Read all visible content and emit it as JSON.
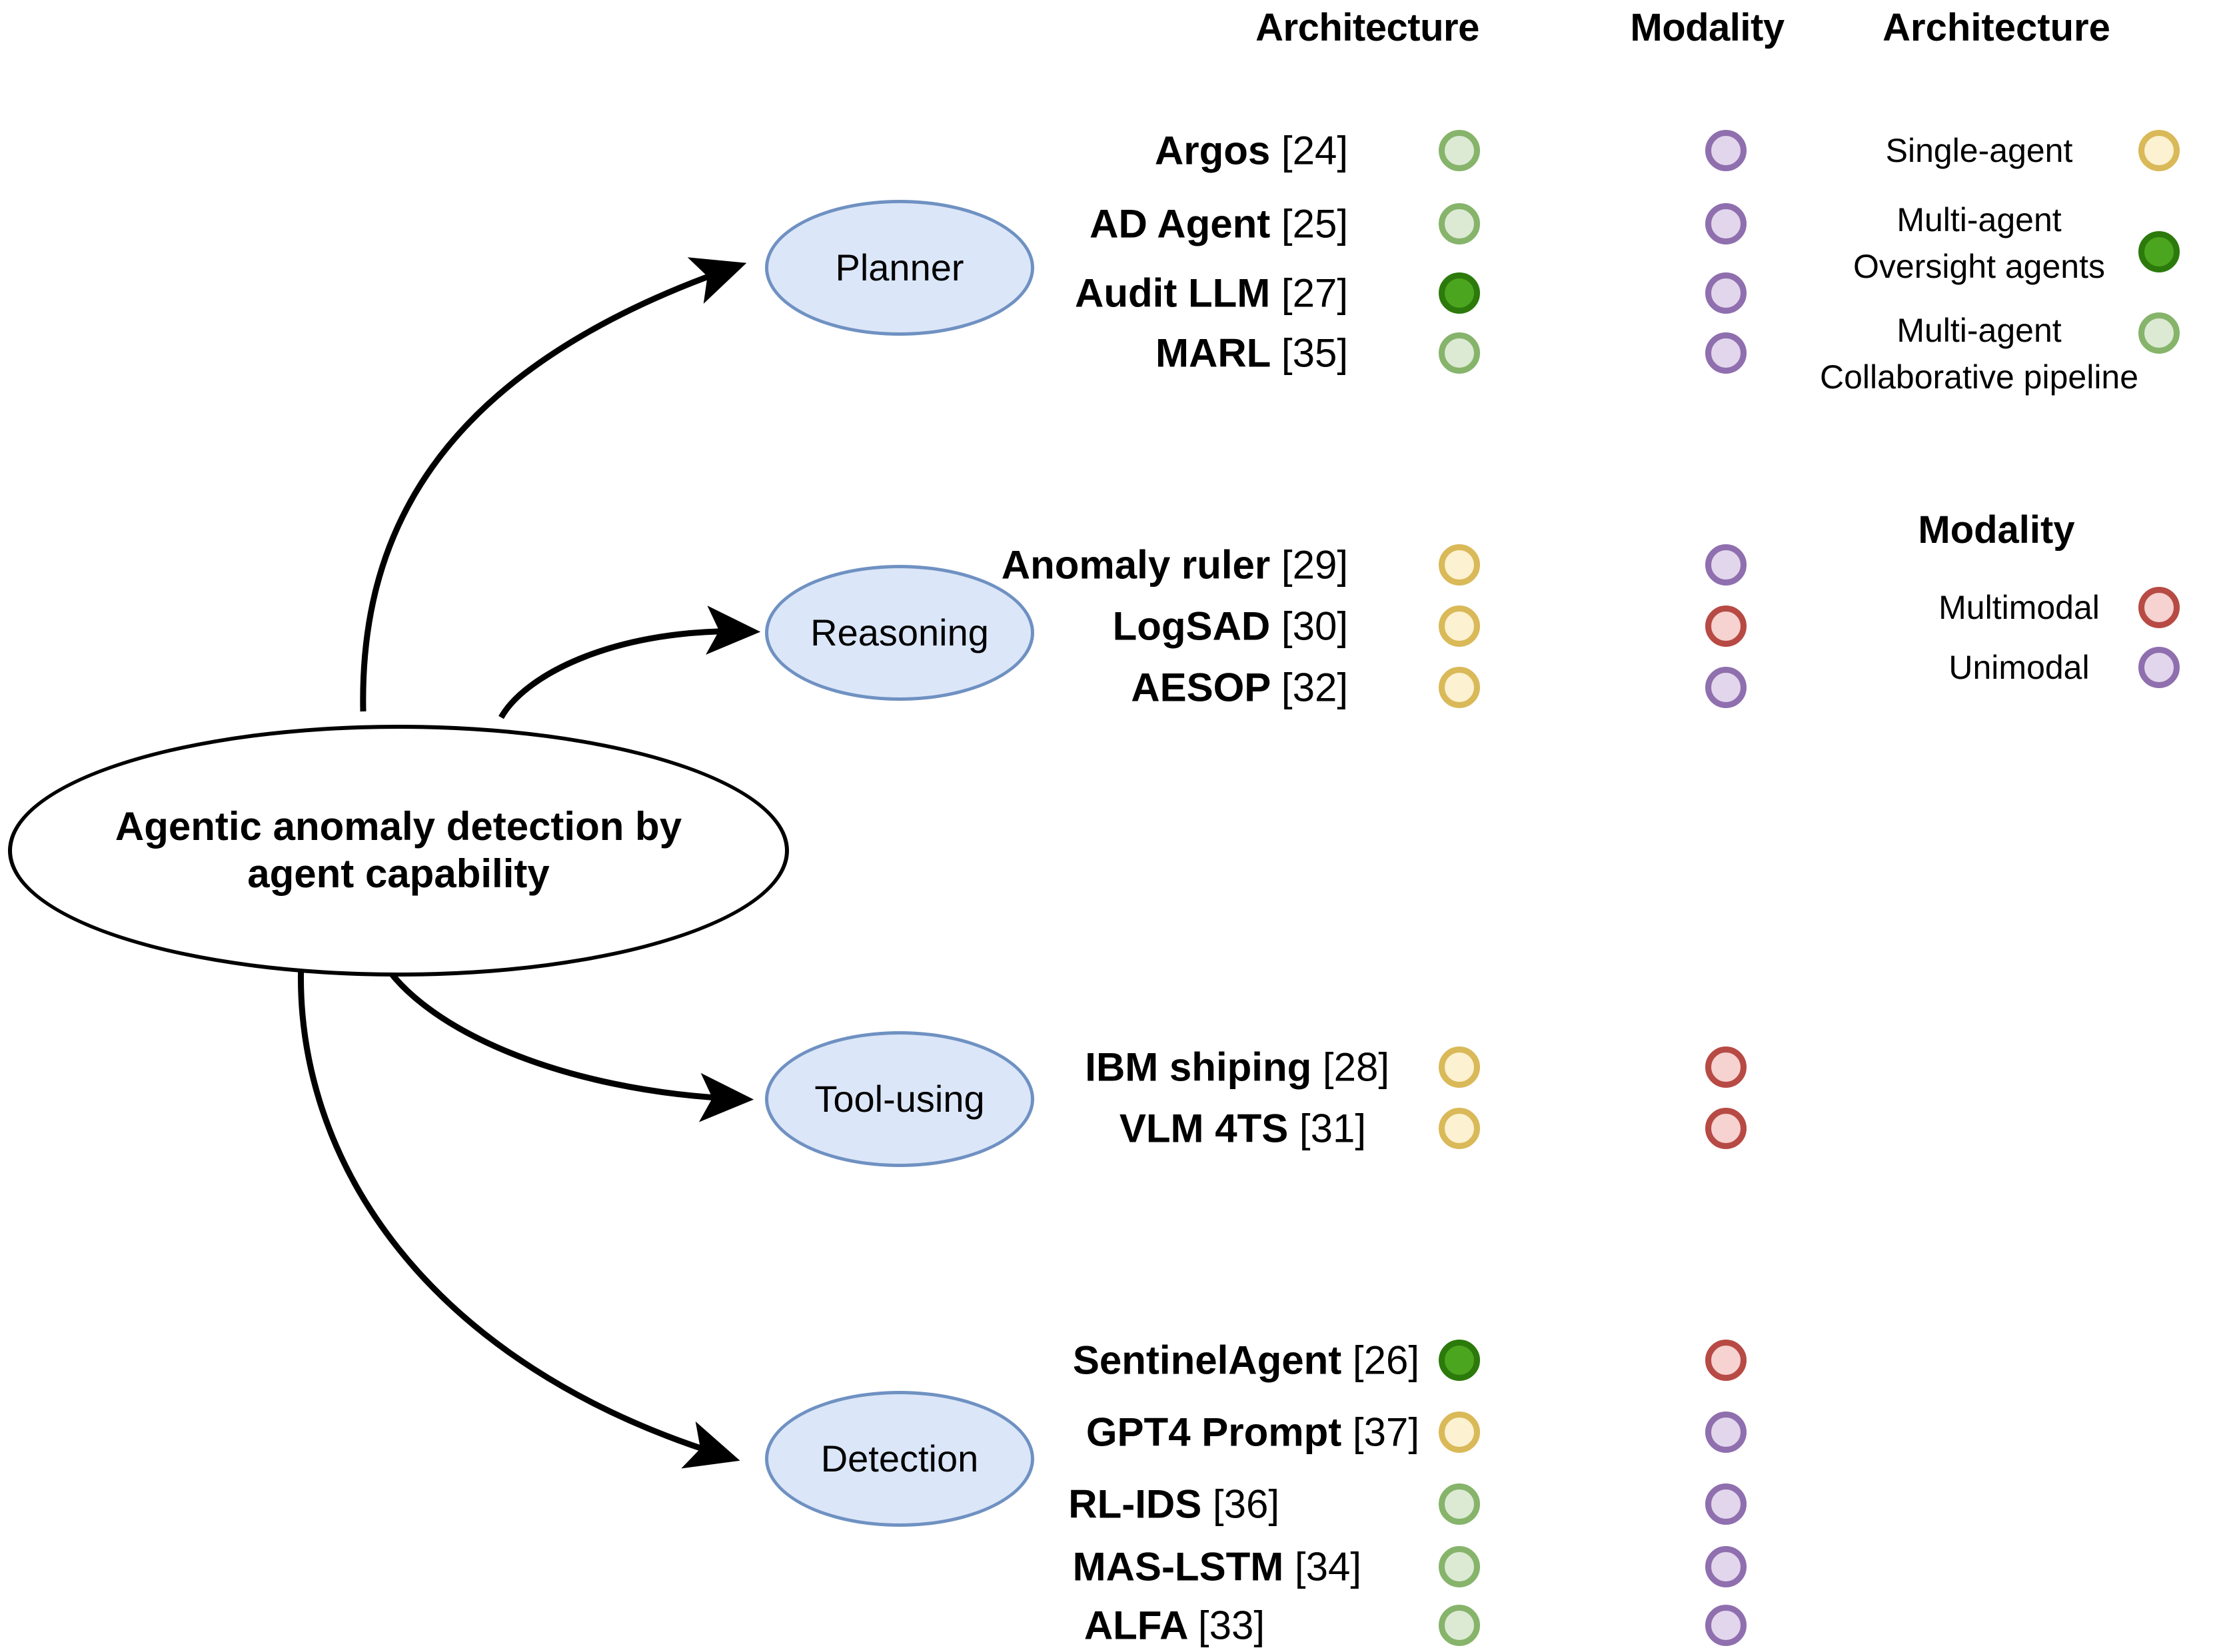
{
  "figure": {
    "root_label_line1": "Agentic anomaly detection by",
    "root_label_line2": "agent capability"
  },
  "columns": {
    "architecture_header": "Architecture",
    "modality_header": "Modality"
  },
  "branches": [
    {
      "label": "Planner"
    },
    {
      "label": "Reasoning"
    },
    {
      "label": "Tool-using"
    },
    {
      "label": "Detection"
    }
  ],
  "groups": [
    {
      "branch": "Planner",
      "methods": [
        {
          "name": "Argos",
          "ref": "[24]",
          "architecture": "multi-agent-collaborative-pipeline",
          "modality": "unimodal"
        },
        {
          "name": "AD Agent",
          "ref": "[25]",
          "architecture": "multi-agent-collaborative-pipeline",
          "modality": "unimodal"
        },
        {
          "name": "Audit LLM",
          "ref": "[27]",
          "architecture": "multi-agent-oversight-agents",
          "modality": "unimodal"
        },
        {
          "name": "MARL",
          "ref": "[35]",
          "architecture": "multi-agent-collaborative-pipeline",
          "modality": "unimodal"
        }
      ]
    },
    {
      "branch": "Reasoning",
      "methods": [
        {
          "name": "Anomaly ruler",
          "ref": "[29]",
          "architecture": "single-agent",
          "modality": "unimodal"
        },
        {
          "name": "LogSAD",
          "ref": "[30]",
          "architecture": "single-agent",
          "modality": "multimodal"
        },
        {
          "name": "AESOP",
          "ref": "[32]",
          "architecture": "single-agent",
          "modality": "unimodal"
        }
      ]
    },
    {
      "branch": "Tool-using",
      "methods": [
        {
          "name": "IBM shiping",
          "ref": "[28]",
          "architecture": "single-agent",
          "modality": "multimodal"
        },
        {
          "name": "VLM 4TS",
          "ref": "[31]",
          "architecture": "single-agent",
          "modality": "multimodal"
        }
      ]
    },
    {
      "branch": "Detection",
      "methods": [
        {
          "name": "SentinelAgent",
          "ref": "[26]",
          "architecture": "multi-agent-oversight-agents",
          "modality": "multimodal"
        },
        {
          "name": "GPT4 Prompt",
          "ref": "[37]",
          "architecture": "single-agent",
          "modality": "unimodal"
        },
        {
          "name": "RL-IDS",
          "ref": "[36]",
          "architecture": "multi-agent-collaborative-pipeline",
          "modality": "unimodal"
        },
        {
          "name": "MAS-LSTM",
          "ref": "[34]",
          "architecture": "multi-agent-collaborative-pipeline",
          "modality": "unimodal"
        },
        {
          "name": "ALFA",
          "ref": "[33]",
          "architecture": "multi-agent-collaborative-pipeline",
          "modality": "unimodal"
        }
      ]
    }
  ],
  "legend": {
    "architecture": {
      "title": "Architecture",
      "items": [
        {
          "label_line1": "Single-agent",
          "label_line2": "",
          "key": "single-agent"
        },
        {
          "label_line1": "Multi-agent",
          "label_line2": "Oversight agents",
          "key": "multi-agent-oversight-agents"
        },
        {
          "label_line1": "Multi-agent",
          "label_line2": "Collaborative pipeline",
          "key": "multi-agent-collaborative-pipeline"
        }
      ]
    },
    "modality": {
      "title": "Modality",
      "items": [
        {
          "label_line1": "Multimodal",
          "label_line2": "",
          "key": "multimodal"
        },
        {
          "label_line1": "Unimodal",
          "label_line2": "",
          "key": "unimodal"
        }
      ]
    }
  },
  "colors": {
    "single_agent_fill": "#fcf1d0",
    "single_agent_stroke": "#d9b958",
    "multi_oversight_fill": "#4ca51e",
    "multi_oversight_stroke": "#2b7a0b",
    "multi_collab_fill": "#dcead4",
    "multi_collab_stroke": "#86b46b",
    "multimodal_fill": "#f6d2d0",
    "multimodal_stroke": "#b74a44",
    "unimodal_fill": "#e2d6ec",
    "unimodal_stroke": "#8f6fae",
    "branch_fill": "#dbe6f8",
    "branch_stroke": "#6f91c2",
    "root_stroke": "#000000"
  }
}
